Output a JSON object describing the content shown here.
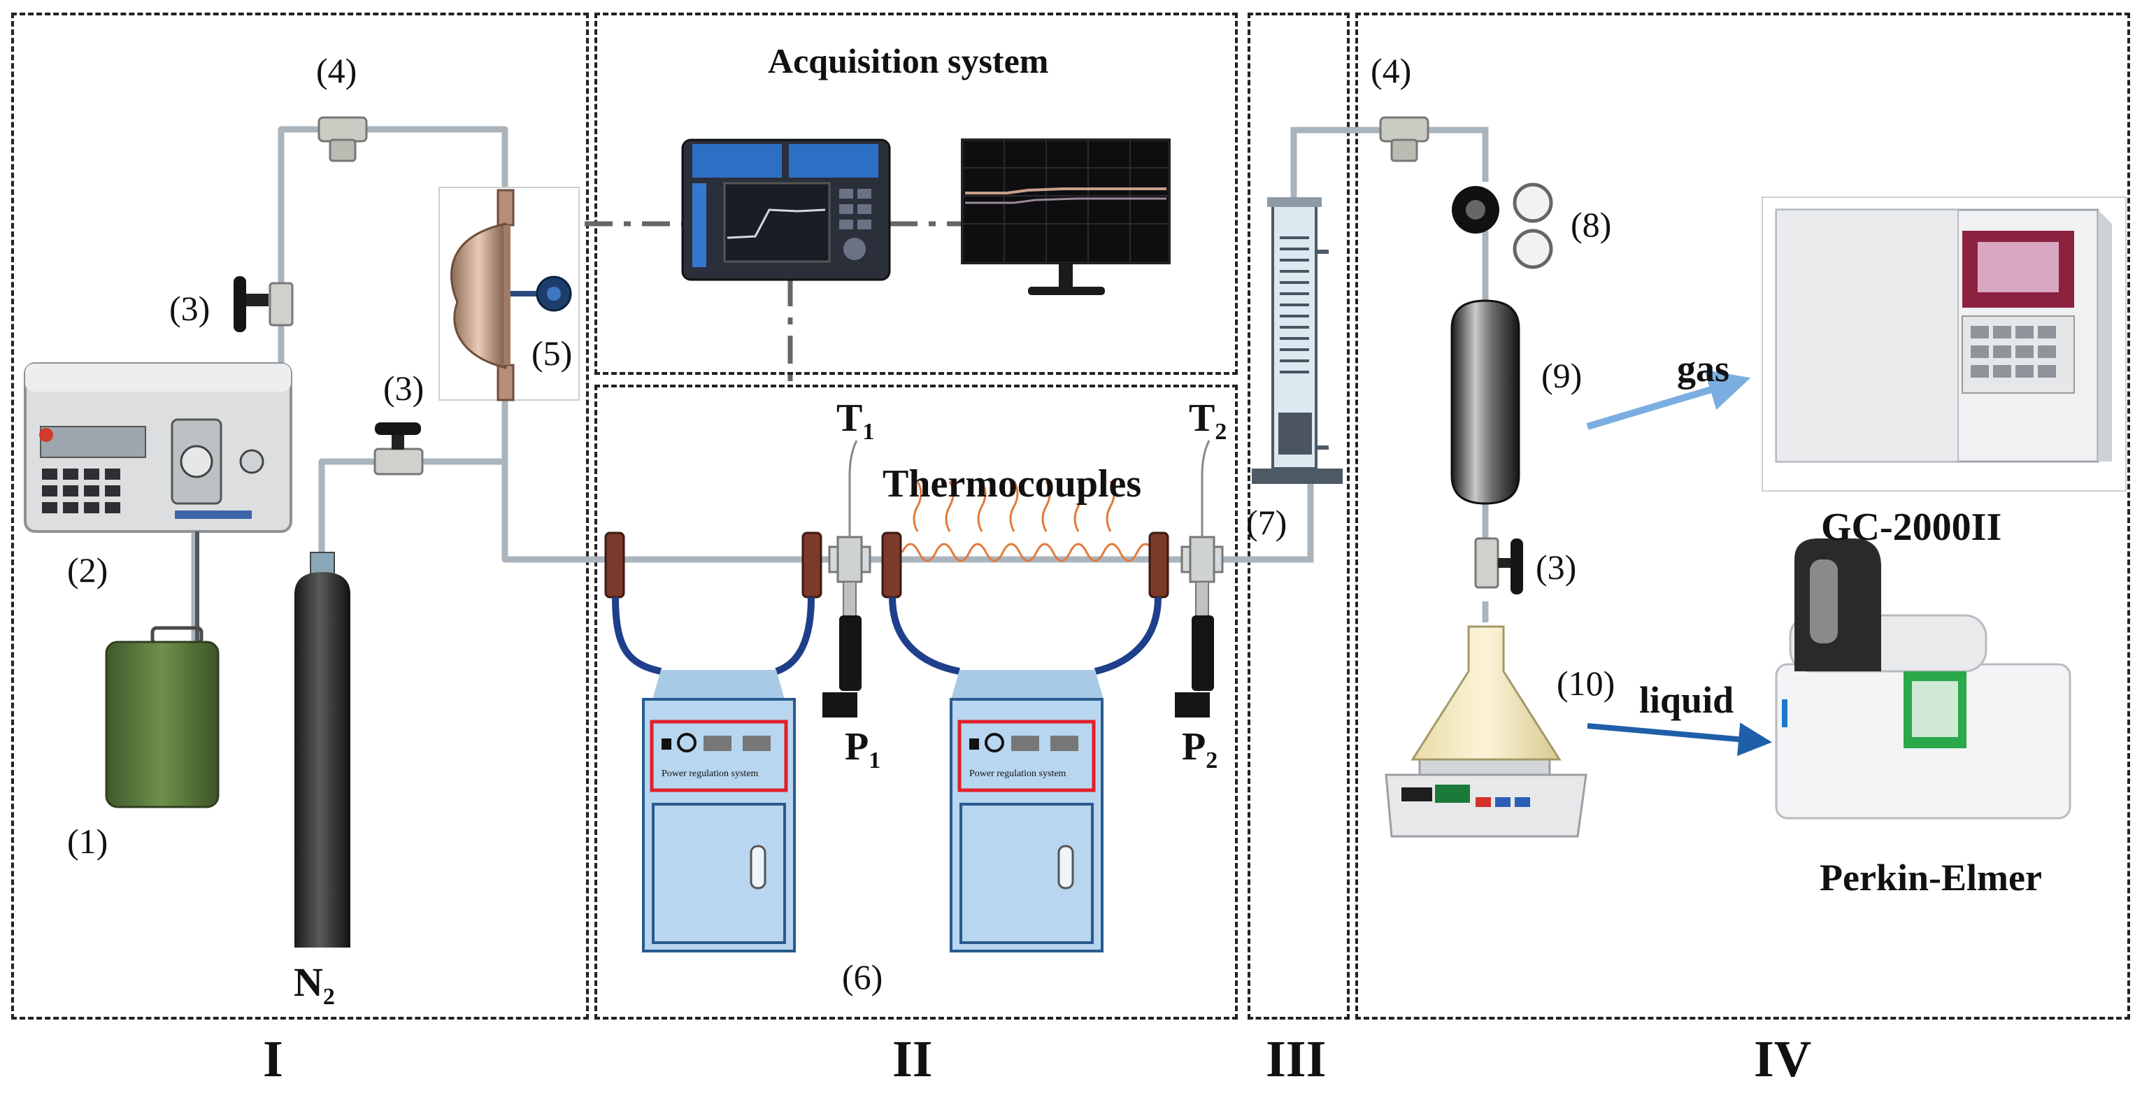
{
  "labels": {
    "acq_title": "Acquisition system",
    "thermocouples": "Thermocouples",
    "n_cylinder_base": "N",
    "n_cylinder_sub": "2",
    "t1_base": "T",
    "t1_sub": "1",
    "t2_base": "T",
    "t2_sub": "2",
    "p1_base": "P",
    "p1_sub": "1",
    "p2_base": "P",
    "p2_sub": "2",
    "gas": "gas",
    "liquid": "liquid",
    "gc_name": "GC-2000II",
    "pe_name": "Perkin-Elmer",
    "power_text": "Power regulation system"
  },
  "numbers": {
    "n1": "(1)",
    "n2": "(2)",
    "n3a": "(3)",
    "n3b": "(3)",
    "n3c": "(3)",
    "n4a": "(4)",
    "n4b": "(4)",
    "n5": "(5)",
    "n6": "(6)",
    "n7": "(7)",
    "n8": "(8)",
    "n9": "(9)",
    "n10": "(10)"
  },
  "sections": {
    "s1": "I",
    "s2": "II",
    "s3": "III",
    "s4": "IV"
  },
  "colors": {
    "tube": "#aab4bc",
    "red_box": "#e0202a",
    "cabinet": "#b8d6ef",
    "cable": "#1e3f8c",
    "gas_arrow": "#7aaee0",
    "liquid_arrow": "#1f5fa8",
    "heater": "#e07a3a",
    "clamp": "#7b3a2a"
  }
}
